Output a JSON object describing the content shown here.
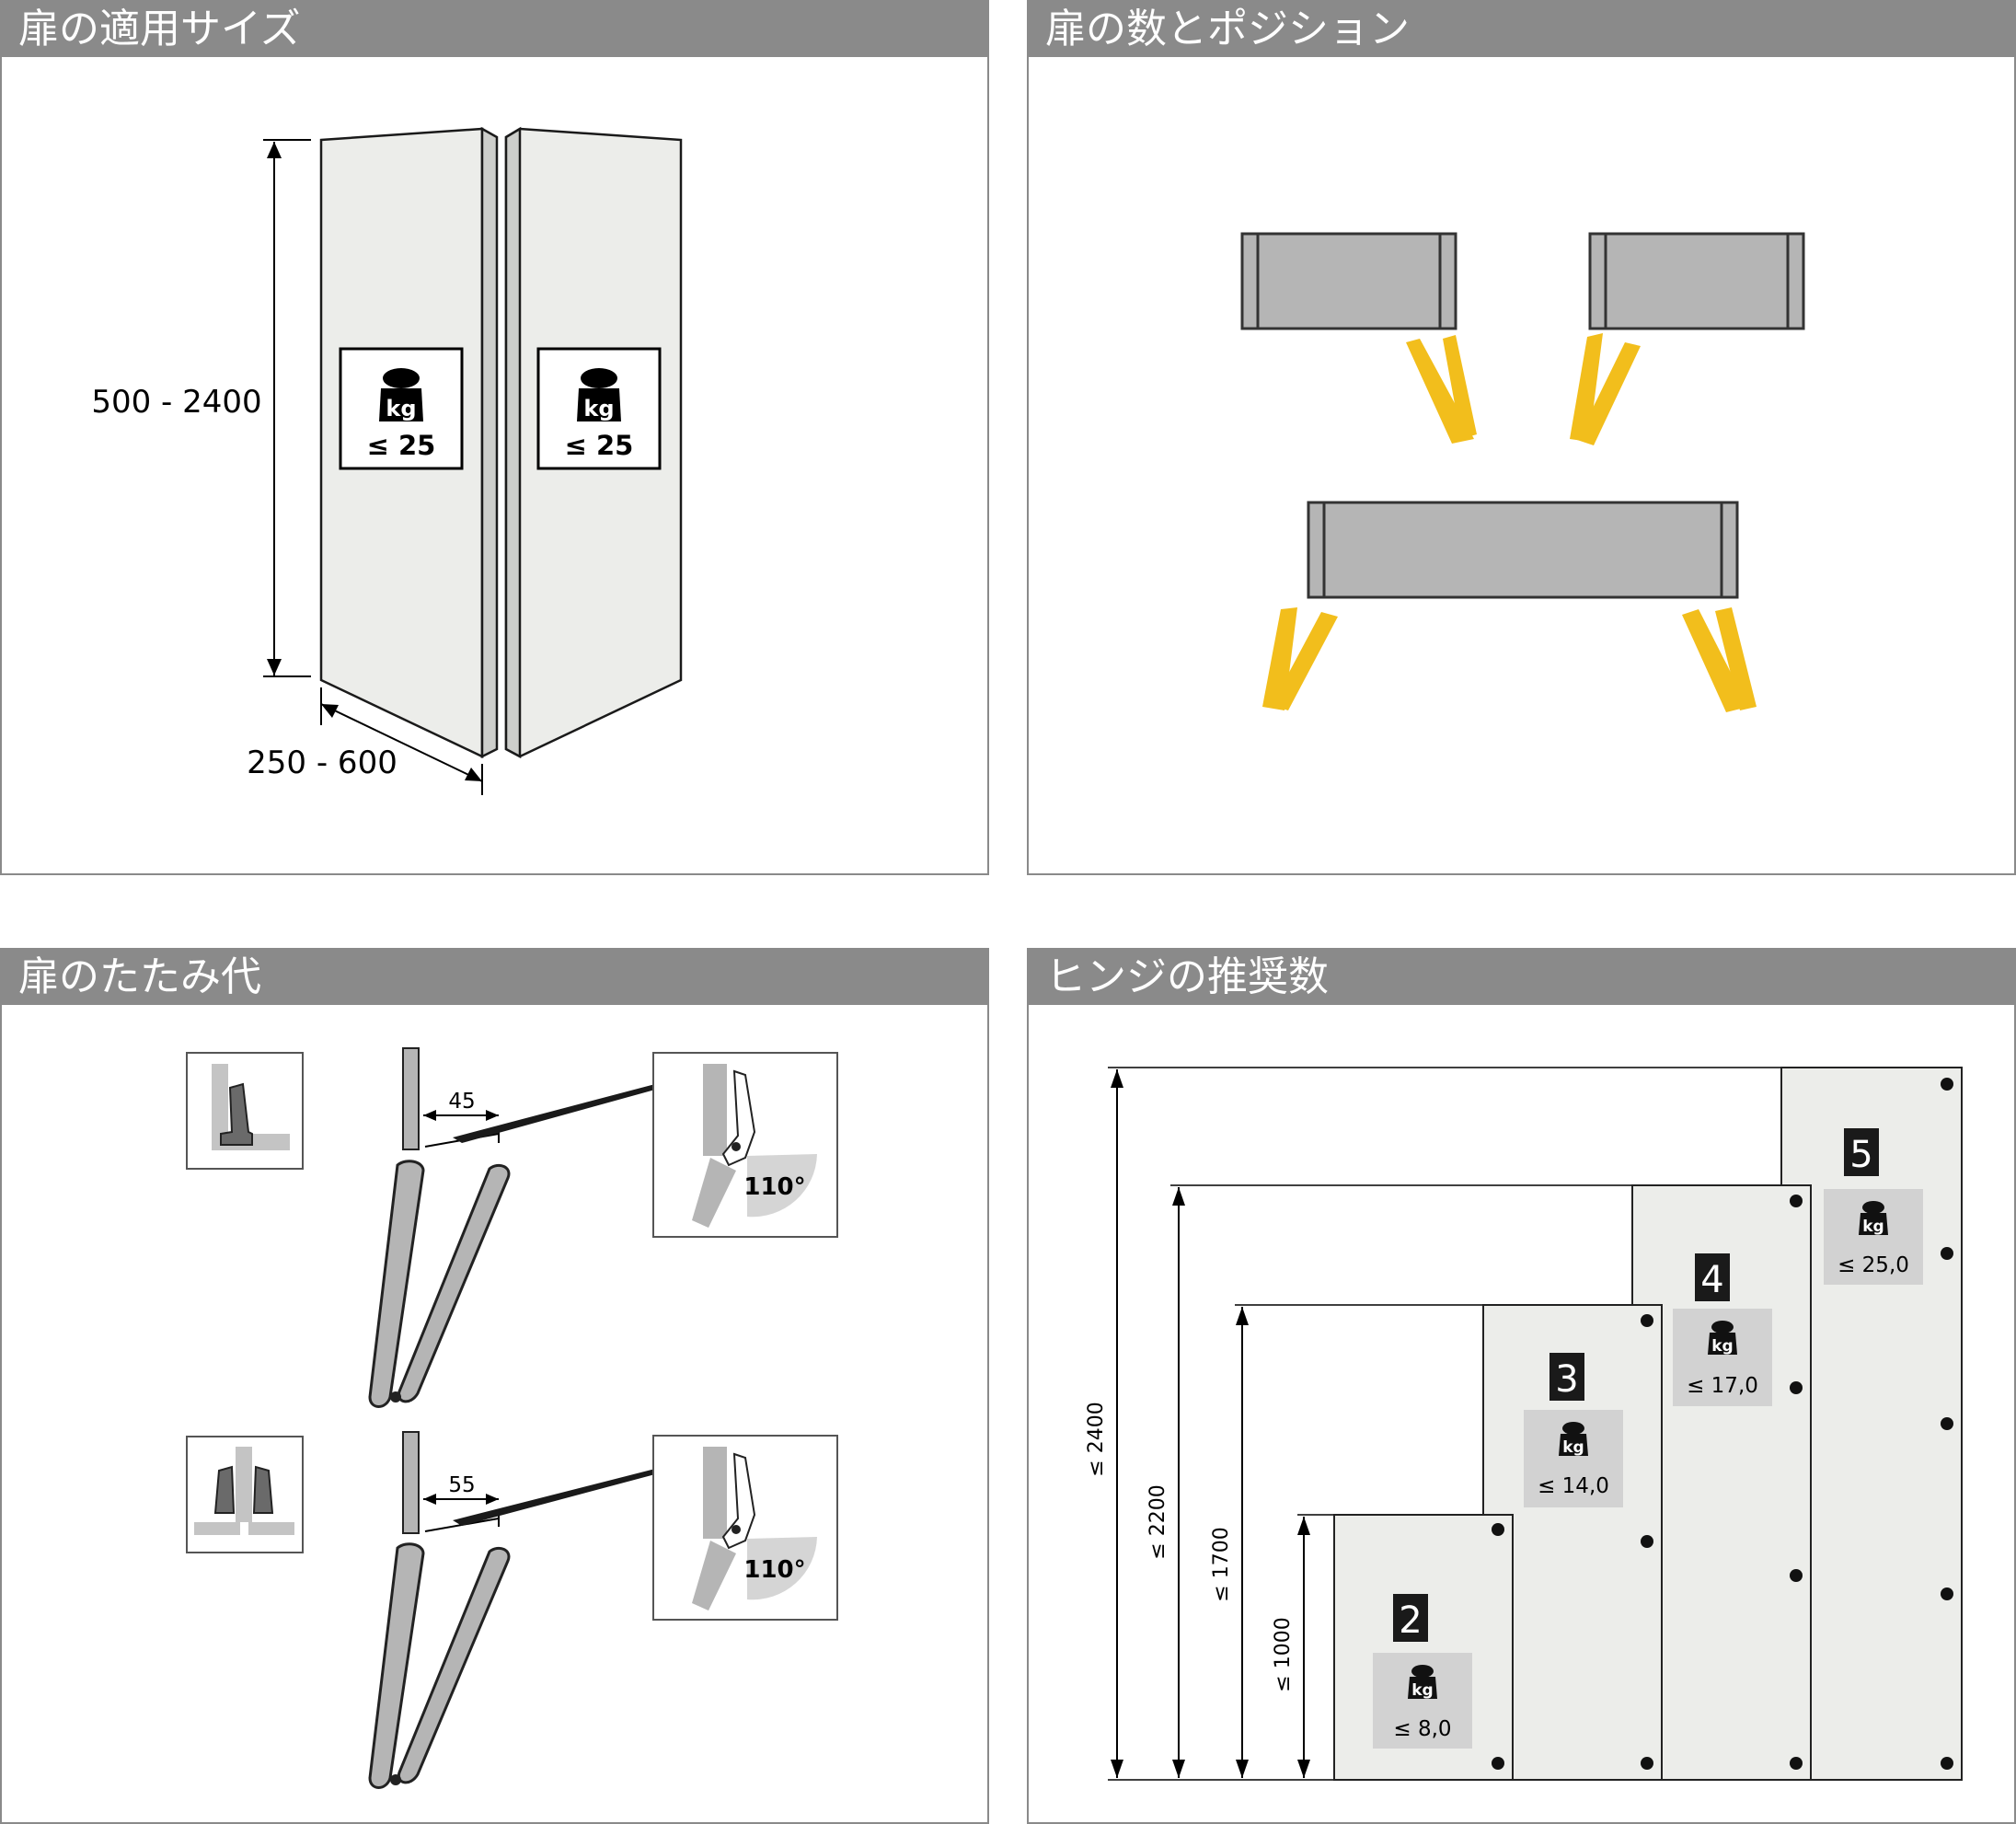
{
  "colors": {
    "header_bg": "#8a8a8a",
    "door_fill": "#ecedea",
    "door_edge": "#cdcecb",
    "cabinet_fill": "#b5b5b5",
    "door_leaf": "#f2be1c",
    "weight_box": "#d2d2d2",
    "badge": "#1a1a1a"
  },
  "panels": {
    "door_size": {
      "title": "扉の適用サイズ",
      "height_range": "500 - 2400",
      "width_range": "250 - 600",
      "weight_icon": "kg",
      "weight_limit": "≤ 25"
    },
    "door_position": {
      "title": "扉の数とポジション"
    },
    "folding_space": {
      "title": "扉のたたみ代",
      "dimension_top": "45",
      "dimension_bottom": "55",
      "angle_top": "110°",
      "angle_bottom": "110°"
    },
    "hinge_count": {
      "title": "ヒンジの推奨数",
      "weight_icon": "kg",
      "heights": [
        "≤ 1000",
        "≤ 1700",
        "≤ 2200",
        "≤ 2400"
      ],
      "doors": [
        {
          "hinges": "2",
          "weight": "≤ 8,0"
        },
        {
          "hinges": "3",
          "weight": "≤ 14,0"
        },
        {
          "hinges": "4",
          "weight": "≤ 17,0"
        },
        {
          "hinges": "5",
          "weight": "≤ 25,0"
        }
      ]
    }
  }
}
